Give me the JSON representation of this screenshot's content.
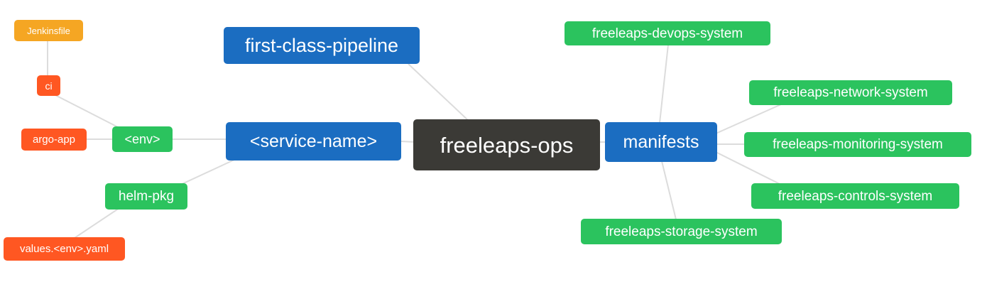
{
  "diagram": {
    "title": "freeleaps-ops mind map",
    "colors": {
      "root_bg": "#3b3a36",
      "branch_blue": "#1b6dc1",
      "leaf_green": "#2bc35e",
      "leaf_red": "#ff5722",
      "leaf_amber": "#f5a623",
      "edge": "#dcdcdc",
      "text": "#ffffff",
      "background": "#ffffff"
    },
    "nodes": {
      "freeleaps_ops": {
        "label": "freeleaps-ops"
      },
      "first_class_pipeline": {
        "label": "first-class-pipeline"
      },
      "service_name": {
        "label": "<service-name>"
      },
      "manifests": {
        "label": "manifests"
      },
      "env": {
        "label": "<env>"
      },
      "helm_pkg": {
        "label": "helm-pkg"
      },
      "ci": {
        "label": "ci"
      },
      "argo_app": {
        "label": "argo-app"
      },
      "jenkinsfile": {
        "label": "Jenkinsfile"
      },
      "values_env_yaml": {
        "label": "values.<env>.yaml"
      },
      "devops_system": {
        "label": "freeleaps-devops-system"
      },
      "network_system": {
        "label": "freeleaps-network-system"
      },
      "monitoring_system": {
        "label": "freeleaps-monitoring-system"
      },
      "controls_system": {
        "label": "freeleaps-controls-system"
      },
      "storage_system": {
        "label": "freeleaps-storage-system"
      }
    },
    "edges": [
      {
        "from": "freeleaps_ops",
        "to": "first_class_pipeline"
      },
      {
        "from": "freeleaps_ops",
        "to": "service_name"
      },
      {
        "from": "freeleaps_ops",
        "to": "manifests"
      },
      {
        "from": "service_name",
        "to": "env"
      },
      {
        "from": "service_name",
        "to": "helm_pkg"
      },
      {
        "from": "env",
        "to": "ci"
      },
      {
        "from": "env",
        "to": "argo_app"
      },
      {
        "from": "ci",
        "to": "jenkinsfile"
      },
      {
        "from": "helm_pkg",
        "to": "values_env_yaml"
      },
      {
        "from": "manifests",
        "to": "devops_system"
      },
      {
        "from": "manifests",
        "to": "network_system"
      },
      {
        "from": "manifests",
        "to": "monitoring_system"
      },
      {
        "from": "manifests",
        "to": "controls_system"
      },
      {
        "from": "manifests",
        "to": "storage_system"
      }
    ]
  }
}
